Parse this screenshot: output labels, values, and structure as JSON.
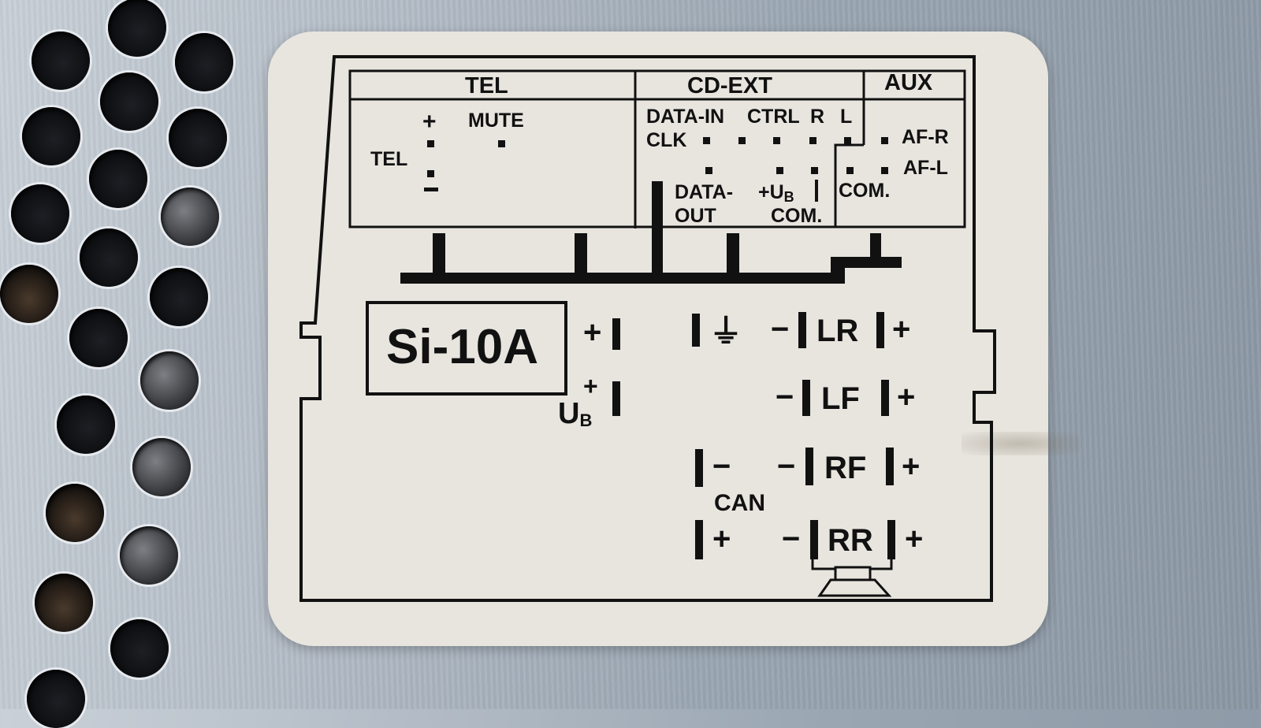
{
  "label": {
    "sections": {
      "tel": "TEL",
      "cd_ext": "CD-EXT",
      "aux": "AUX"
    },
    "tel": {
      "plus": "+",
      "mute": "MUTE",
      "tel": "TEL",
      "minus": "−"
    },
    "cd_ext": {
      "data_in": "DATA-IN",
      "ctrl": "CTRL",
      "r": "R",
      "l": "L",
      "clk": "CLK",
      "data_out_1": "DATA-",
      "data_out_2": "OUT",
      "ub_plus": "+",
      "ub": "U",
      "ub_sub": "B",
      "com": "COM."
    },
    "aux": {
      "af_r": "AF-R",
      "af_l": "AF-L",
      "com": "COM."
    },
    "model": "Si-10A",
    "power": {
      "plus_1": "+",
      "plus_2": "+",
      "ub": "U",
      "ub_sub": "B"
    },
    "speakers": {
      "minus_lr": "−",
      "lr": "LR",
      "plus_lr": "+",
      "minus_lf": "−",
      "lf": "LF",
      "plus_lf": "+",
      "minus_rf": "−",
      "rf": "RF",
      "plus_rf": "+",
      "minus_rr": "−",
      "rr": "RR",
      "plus_rr": "+"
    },
    "can": {
      "minus": "−",
      "label": "CAN",
      "plus": "+"
    },
    "ground_symbol": "⏚"
  }
}
